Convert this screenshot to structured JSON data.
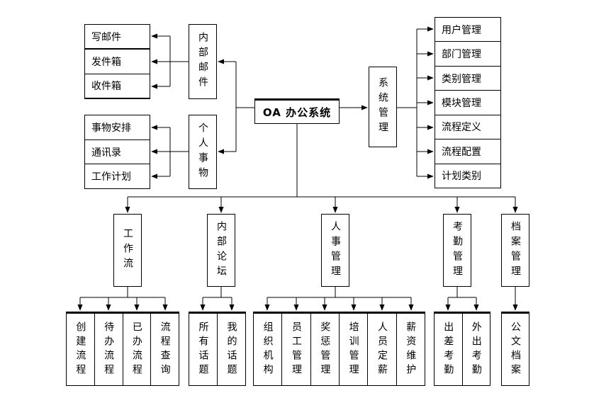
{
  "diagram": {
    "root_label": "OA 办公系统",
    "mail": {
      "parent": "内部邮件",
      "children": [
        "写邮件",
        "发件箱",
        "收件箱"
      ]
    },
    "personal": {
      "parent": "个人事物",
      "children": [
        "事物安排",
        "通讯录",
        "工作计划"
      ]
    },
    "system": {
      "parent": "系统管理",
      "children": [
        "用户管理",
        "部门管理",
        "类别管理",
        "模块管理",
        "流程定义",
        "流程配置",
        "计划类别"
      ]
    },
    "workflow": {
      "parent": "工作流",
      "children": [
        "创建流程",
        "待办流程",
        "已办流程",
        "流程查询"
      ]
    },
    "forum": {
      "parent": "内部论坛",
      "children": [
        "所有话题",
        "我的话题"
      ]
    },
    "hr": {
      "parent": "人事管理",
      "children": [
        "组织机构",
        "员工管理",
        "奖惩管理",
        "培训管理",
        "人员定薪",
        "薪资维护"
      ]
    },
    "attendance": {
      "parent": "考勤管理",
      "children": [
        "出差考勤",
        "外出考勤"
      ]
    },
    "archive": {
      "parent": "档案管理",
      "children": [
        "公文档案"
      ]
    },
    "colors": {
      "line": "#000000",
      "box_border": "#000000",
      "box_background": "#ffffff",
      "text": "#000000",
      "page_background": "#ffffff"
    }
  }
}
